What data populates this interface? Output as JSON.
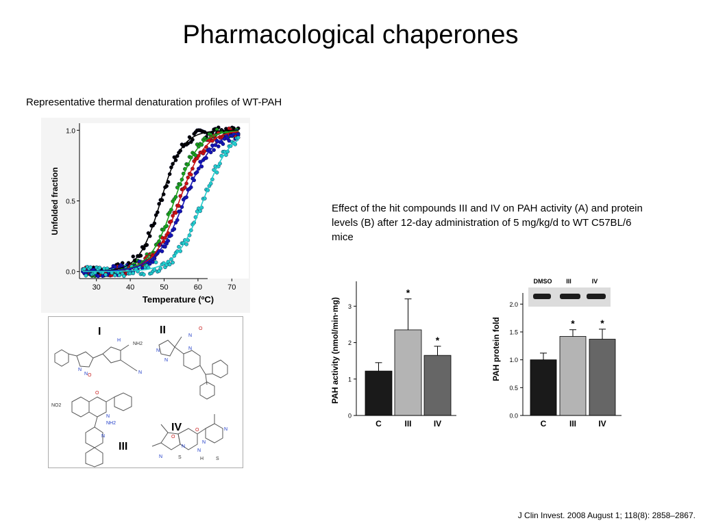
{
  "slide": {
    "title": "Pharmacological chaperones",
    "subtitle_left": "Representative thermal denaturation profiles of WT-PAH",
    "subtitle_right": "Effect of the hit compounds III and IV on PAH activity (A) and protein levels (B) after 12-day administration of 5 mg/kg/d to WT C57BL/6 mice",
    "citation": "J Clin Invest. 2008 August 1; 118(8): 2858–2867."
  },
  "chart_data": [
    {
      "type": "scatter",
      "xlabel": "Temperature (ºC)",
      "ylabel": "Unfolded fraction",
      "xlim": [
        25,
        75
      ],
      "ylim": [
        -0.05,
        1.05
      ],
      "xticks": [
        30,
        40,
        50,
        60,
        70
      ],
      "yticks": [
        0.0,
        0.5,
        1.0
      ],
      "ytick_labels": [
        "0.0",
        "0.5",
        "1.0"
      ],
      "series": [
        {
          "color": "#000000",
          "tm": 49.0,
          "width": 3.2
        },
        {
          "color": "#1aa01a",
          "tm": 53.0,
          "width": 3.6
        },
        {
          "color": "#cc1111",
          "tm": 54.5,
          "width": 3.8
        },
        {
          "color": "#1414b4",
          "tm": 56.0,
          "width": 4.2
        },
        {
          "color": "#22cccc",
          "tm": 61.5,
          "width": 4.0
        }
      ],
      "x_range": [
        26,
        72
      ]
    },
    {
      "type": "bar",
      "ylabel": "PAH activity (nmol/min·mg)",
      "categories": [
        "C",
        "III",
        "IV"
      ],
      "values": [
        1.22,
        2.35,
        1.65
      ],
      "errors": [
        0.23,
        0.85,
        0.25
      ],
      "significance": [
        "",
        "*",
        "*"
      ],
      "colors": [
        "#1a1a1a",
        "#b4b4b4",
        "#666666"
      ],
      "ylim": [
        0,
        3.1
      ],
      "yticks": [
        0,
        1,
        2,
        3
      ],
      "ytick_labels": [
        "0",
        "1",
        "2",
        "3"
      ]
    },
    {
      "type": "bar",
      "ylabel": "PAH protein fold",
      "categories": [
        "C",
        "III",
        "IV"
      ],
      "values": [
        1.0,
        1.42,
        1.37
      ],
      "errors": [
        0.12,
        0.12,
        0.18
      ],
      "significance": [
        "",
        "*",
        "*"
      ],
      "colors": [
        "#1a1a1a",
        "#b4b4b4",
        "#666666"
      ],
      "ylim": [
        0,
        2.2
      ],
      "yticks": [
        0.0,
        0.5,
        1.0,
        1.5,
        2.0
      ],
      "ytick_labels": [
        "0.0",
        "0.5",
        "1.0",
        "1.5",
        "2.0"
      ],
      "blot_labels": [
        "DMSO",
        "III",
        "IV"
      ]
    }
  ],
  "structures": {
    "labels": [
      "I",
      "II",
      "III",
      "IV"
    ],
    "atoms": [
      "N",
      "NH2",
      "H",
      "N",
      "N",
      "O",
      "N",
      "N",
      "N",
      "NO2",
      "O",
      "N",
      "N",
      "NH2",
      "N",
      "O",
      "N",
      "N",
      "S",
      "N",
      "S",
      "O",
      "N",
      "N",
      "H",
      "O"
    ]
  }
}
